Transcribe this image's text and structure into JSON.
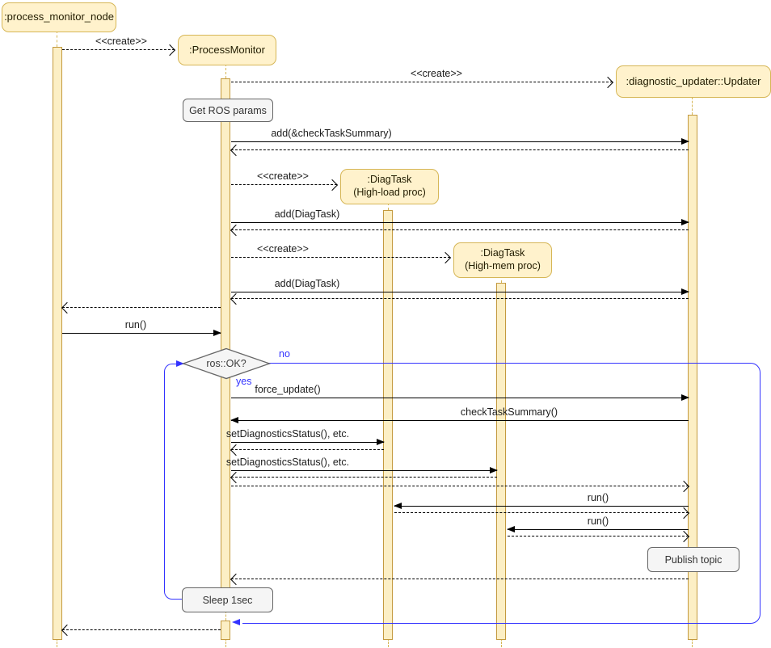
{
  "diagram": {
    "type": "uml-sequence",
    "actors": [
      {
        "label": ":process_monitor_node"
      },
      {
        "label": ":ProcessMonitor"
      },
      {
        "label": ":DiagTask",
        "sublabel": "(High-load proc)"
      },
      {
        "label": ":DiagTask",
        "sublabel": "(High-mem proc)"
      },
      {
        "label": ":diagnostic_updater::Updater"
      }
    ],
    "stereotypes": {
      "create": "<<create>>"
    },
    "messages": {
      "add_check_task_summary": "add(&checkTaskSummary)",
      "add_diag_task": "add(DiagTask)",
      "run": "run()",
      "force_update": "force_update()",
      "check_task_summary": "checkTaskSummary()",
      "set_diagnostics_status": "setDiagnosticsStatus(), etc."
    },
    "notes": {
      "get_ros_params": "Get ROS params",
      "publish_topic": "Publish topic",
      "sleep": "Sleep 1sec"
    },
    "decision": {
      "label": "ros::OK?",
      "yes_label": "yes",
      "no_label": "no"
    },
    "colors": {
      "actor_fill": "#FFF2CC",
      "actor_stroke": "#D6B656",
      "activation_fill": "#FCEFC5",
      "activation_stroke": "#C49A3F",
      "note_fill": "#F5F5F5",
      "note_stroke": "#666666",
      "loop_blue": "#3333FF",
      "arrow": "#000000",
      "lifeline": "#D6B656"
    }
  }
}
